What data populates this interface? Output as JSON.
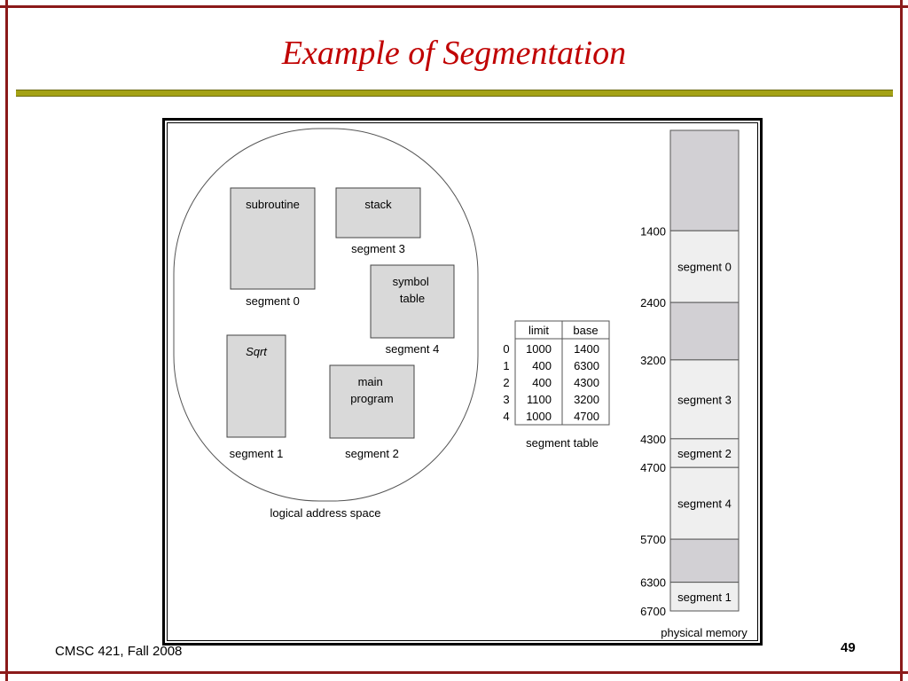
{
  "slide": {
    "title": "Example of Segmentation",
    "footer": "CMSC 421, Fall 2008",
    "page_number": "49"
  },
  "logical_space": {
    "caption": "logical address space",
    "blocks": [
      {
        "label": "subroutine",
        "segment": "segment 0"
      },
      {
        "label": "stack",
        "segment": "segment 3"
      },
      {
        "label": "symbol\ntable",
        "segment": "segment 4"
      },
      {
        "label": "Sqrt",
        "segment": "segment 1"
      },
      {
        "label": "main\nprogram",
        "segment": "segment 2"
      }
    ]
  },
  "segment_table": {
    "caption": "segment table",
    "headers": [
      "limit",
      "base"
    ],
    "rows": [
      {
        "index": "0",
        "limit": "1000",
        "base": "1400"
      },
      {
        "index": "1",
        "limit": "400",
        "base": "6300"
      },
      {
        "index": "2",
        "limit": "400",
        "base": "4300"
      },
      {
        "index": "3",
        "limit": "1100",
        "base": "3200"
      },
      {
        "index": "4",
        "limit": "1000",
        "base": "4700"
      }
    ]
  },
  "physical_memory": {
    "caption": "physical memory",
    "addresses": [
      "1400",
      "2400",
      "3200",
      "4300",
      "4700",
      "5700",
      "6300",
      "6700"
    ],
    "regions": [
      {
        "label": "",
        "start": 0,
        "end": 1400,
        "used": false
      },
      {
        "label": "segment 0",
        "start": 1400,
        "end": 2400,
        "used": true
      },
      {
        "label": "",
        "start": 2400,
        "end": 3200,
        "used": false
      },
      {
        "label": "segment 3",
        "start": 3200,
        "end": 4300,
        "used": true
      },
      {
        "label": "segment 2",
        "start": 4300,
        "end": 4700,
        "used": true
      },
      {
        "label": "segment 4",
        "start": 4700,
        "end": 5700,
        "used": true
      },
      {
        "label": "",
        "start": 5700,
        "end": 6300,
        "used": false
      },
      {
        "label": "segment 1",
        "start": 6300,
        "end": 6700,
        "used": true
      }
    ]
  }
}
